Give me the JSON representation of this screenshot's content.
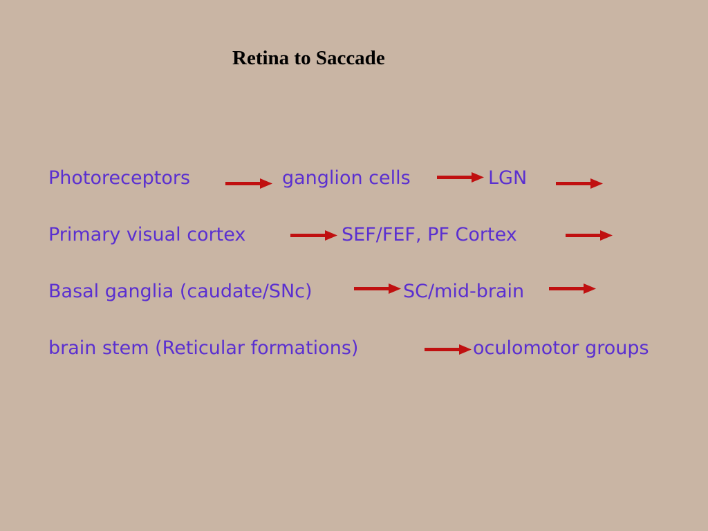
{
  "title": "Retina to Saccade",
  "colors": {
    "background": "#c9b5a4",
    "text": "#5a2fd0",
    "arrow": "#c01010",
    "title": "#000000"
  },
  "rows": [
    {
      "items": [
        "Photoreceptors",
        "ganglion cells",
        "LGN"
      ]
    },
    {
      "items": [
        "Primary visual cortex",
        "SEF/FEF, PF Cortex"
      ]
    },
    {
      "items": [
        "Basal ganglia (caudate/SNc)",
        "SC/mid-brain"
      ]
    },
    {
      "items": [
        "brain stem (Reticular formations)",
        "oculomotor groups"
      ]
    }
  ],
  "arrow_icon": "right-arrow-icon"
}
